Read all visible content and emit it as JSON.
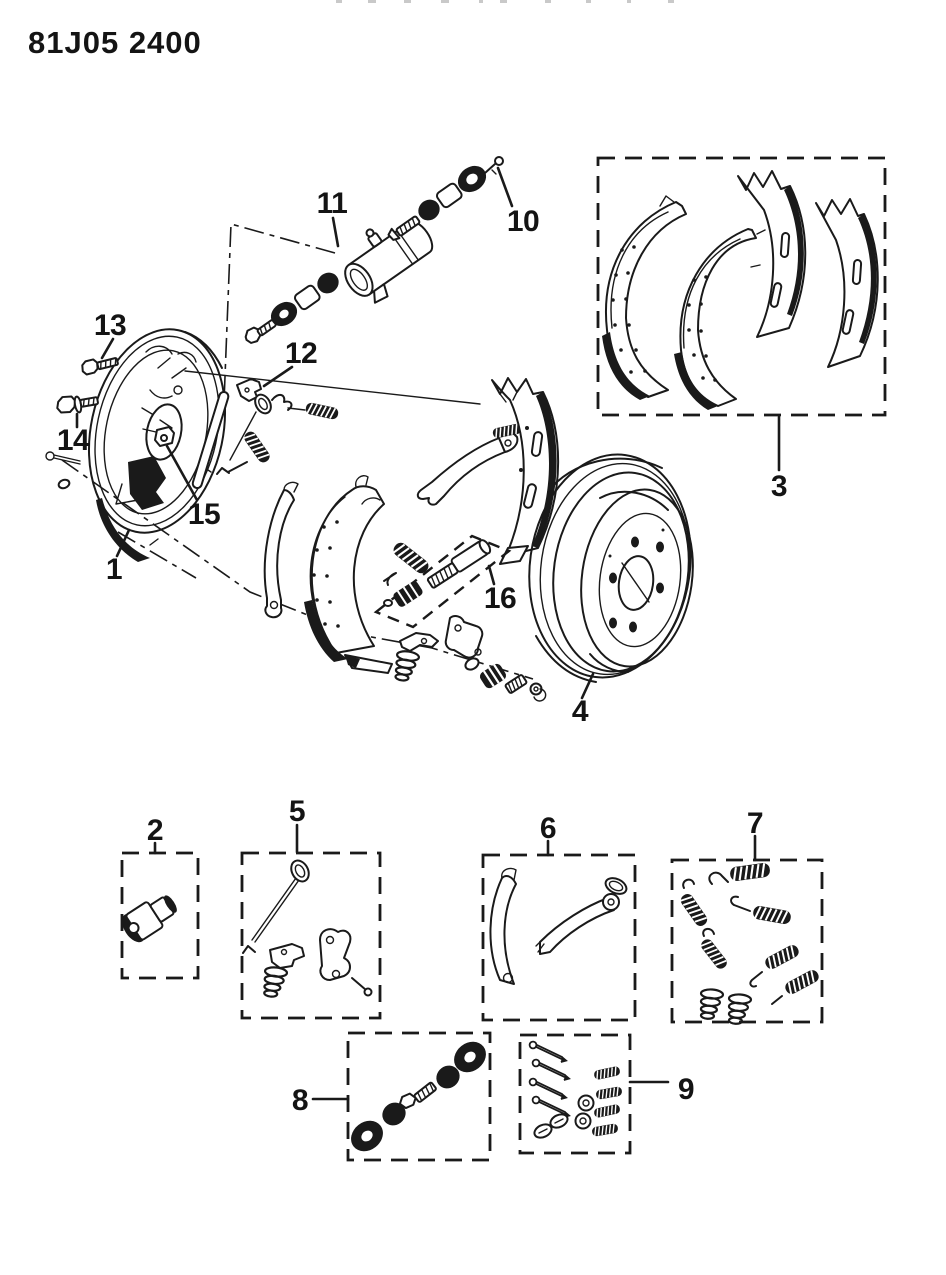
{
  "page": {
    "doc_code": "81J05 2400",
    "ink_color": "#1a1a1a",
    "paper_color": "#ffffff",
    "figure_type": "exploded-parts-diagram"
  },
  "callouts": {
    "c1": {
      "label": "1"
    },
    "c2": {
      "label": "2"
    },
    "c3": {
      "label": "3"
    },
    "c4": {
      "label": "4"
    },
    "c5": {
      "label": "5"
    },
    "c6": {
      "label": "6"
    },
    "c7": {
      "label": "7"
    },
    "c8": {
      "label": "8"
    },
    "c9": {
      "label": "9"
    },
    "c10": {
      "label": "10"
    },
    "c11": {
      "label": "11"
    },
    "c12": {
      "label": "12"
    },
    "c13": {
      "label": "13"
    },
    "c14": {
      "label": "14"
    },
    "c15": {
      "label": "15"
    },
    "c16": {
      "label": "16"
    }
  }
}
